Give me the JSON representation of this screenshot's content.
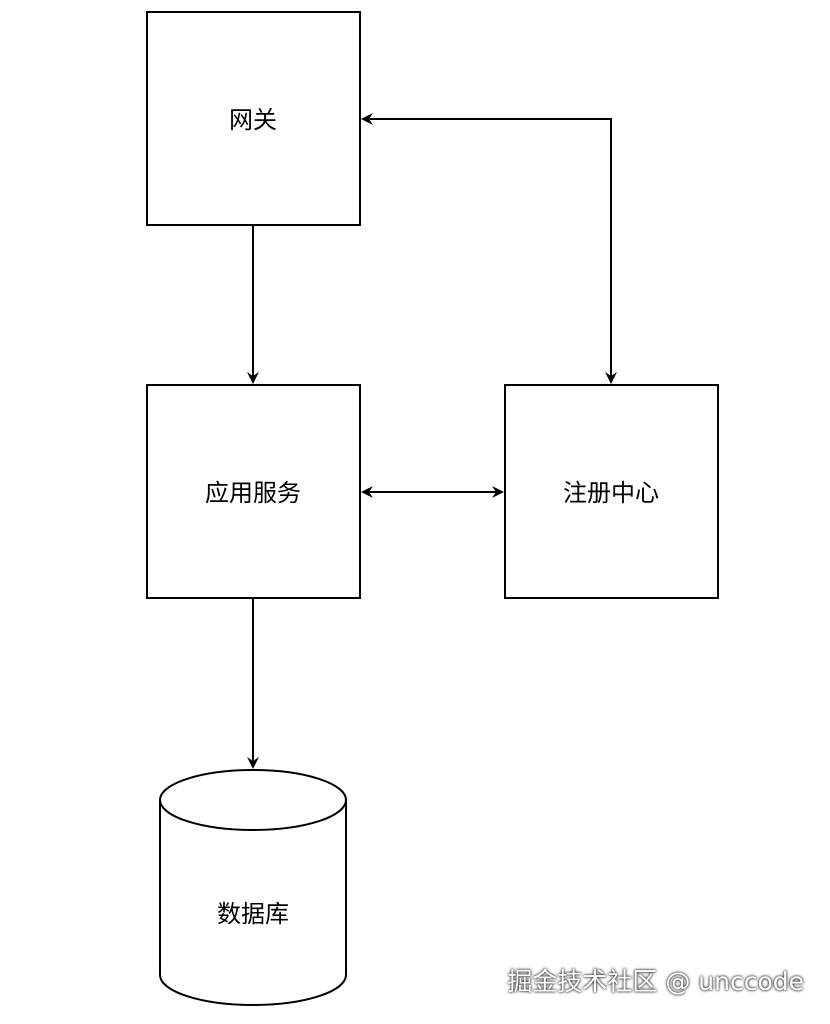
{
  "nodes": {
    "gateway": {
      "label": "网关"
    },
    "app_service": {
      "label": "应用服务"
    },
    "registry": {
      "label": "注册中心"
    },
    "database": {
      "label": "数据库"
    }
  },
  "watermark": {
    "text": "掘金技术社区 @ unccode"
  },
  "colors": {
    "stroke": "#000000",
    "background": "#ffffff",
    "watermark": "#ffffff"
  }
}
